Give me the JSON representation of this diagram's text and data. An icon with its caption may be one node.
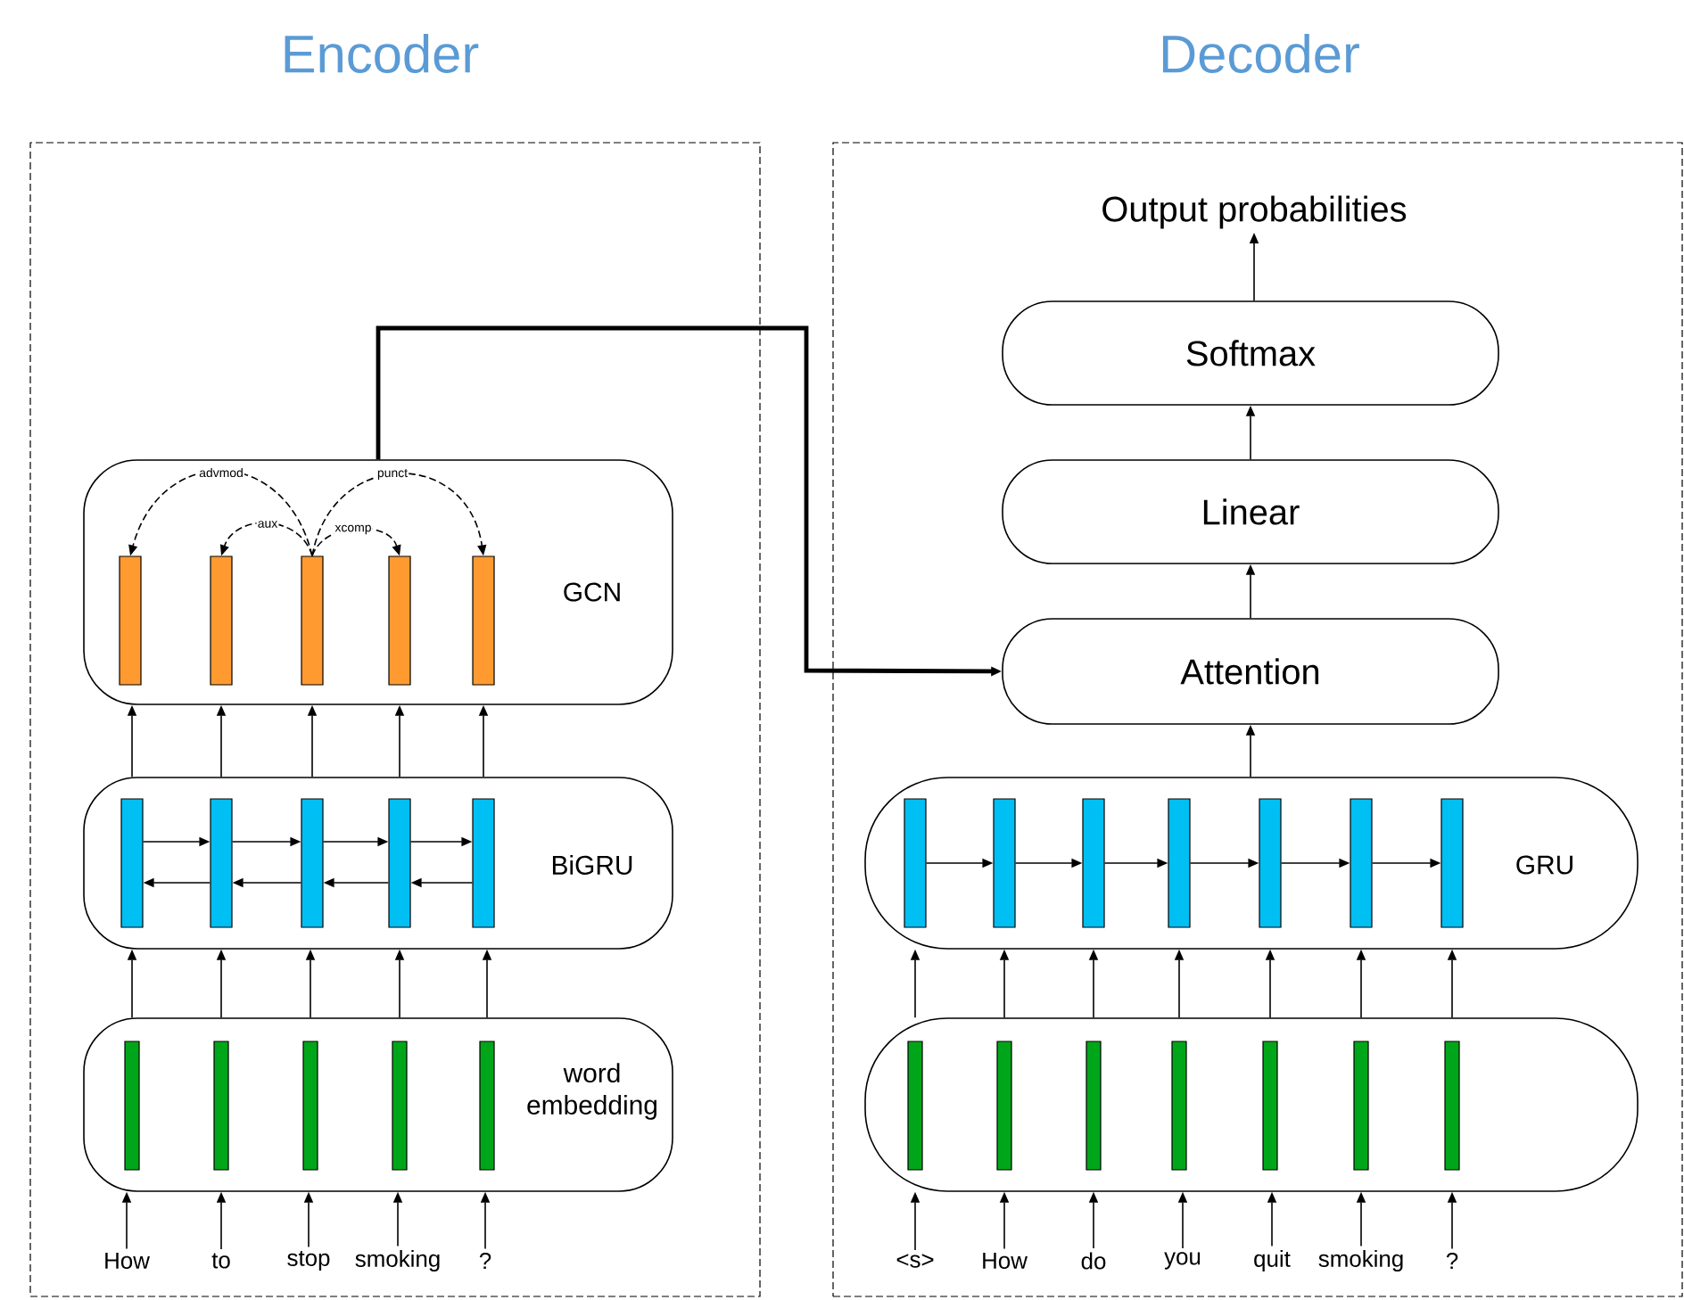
{
  "diagram": {
    "nodes": [
      {
        "text": [
          "Encoder"
        ]
      },
      {
        "text": [
          "Decoder"
        ]
      },
      {
        "text": [
          "GCN"
        ],
        "in": 0
      },
      {
        "text": [],
        "shape": "bar",
        "in": 2
      },
      {
        "text": [],
        "shape": "bar",
        "in": 2
      },
      {
        "text": [],
        "shape": "bar",
        "in": 2
      },
      {
        "text": [],
        "shape": "bar",
        "in": 2
      },
      {
        "text": [],
        "shape": "bar",
        "in": 2
      },
      {
        "text": [
          "BiGRU"
        ],
        "in": 0
      },
      {
        "text": [],
        "shape": "bar",
        "in": 8
      },
      {
        "text": [],
        "shape": "bar",
        "in": 8
      },
      {
        "text": [],
        "shape": "bar",
        "in": 8
      },
      {
        "text": [],
        "shape": "bar",
        "in": 8
      },
      {
        "text": [],
        "shape": "bar",
        "in": 8
      },
      {
        "text": [
          "word embedding"
        ],
        "in": 0
      },
      {
        "text": [],
        "shape": "bar",
        "in": 14
      },
      {
        "text": [],
        "shape": "bar",
        "in": 14
      },
      {
        "text": [],
        "shape": "bar",
        "in": 14
      },
      {
        "text": [],
        "shape": "bar",
        "in": 14
      },
      {
        "text": [],
        "shape": "bar",
        "in": 14
      },
      {
        "text": [
          "How"
        ],
        "in": 0
      },
      {
        "text": [
          "to"
        ],
        "in": 0
      },
      {
        "text": [
          "stop"
        ],
        "in": 0
      },
      {
        "text": [
          "smoking"
        ],
        "in": 0
      },
      {
        "text": [
          "?"
        ],
        "in": 0
      },
      {
        "text": [
          "Output probabilities"
        ],
        "in": 1
      },
      {
        "text": [
          "Softmax"
        ],
        "in": 1
      },
      {
        "text": [
          "Linear"
        ],
        "in": 1
      },
      {
        "text": [
          "Attention"
        ],
        "in": 1
      },
      {
        "text": [
          "GRU"
        ],
        "in": 1
      },
      {
        "text": [],
        "shape": "bar",
        "in": 29
      },
      {
        "text": [],
        "shape": "bar",
        "in": 29
      },
      {
        "text": [],
        "shape": "bar",
        "in": 29
      },
      {
        "text": [],
        "shape": "bar",
        "in": 29
      },
      {
        "text": [],
        "shape": "bar",
        "in": 29
      },
      {
        "text": [],
        "shape": "bar",
        "in": 29
      },
      {
        "text": [],
        "shape": "bar",
        "in": 29
      },
      {
        "text": [],
        "shape": "box",
        "in": 1
      },
      {
        "text": [],
        "shape": "bar",
        "in": 37
      },
      {
        "text": [],
        "shape": "bar",
        "in": 37
      },
      {
        "text": [],
        "shape": "bar",
        "in": 37
      },
      {
        "text": [],
        "shape": "bar",
        "in": 37
      },
      {
        "text": [],
        "shape": "bar",
        "in": 37
      },
      {
        "text": [],
        "shape": "bar",
        "in": 37
      },
      {
        "text": [],
        "shape": "bar",
        "in": 37
      },
      {
        "text": [
          "<s>"
        ],
        "in": 1
      },
      {
        "text": [
          "How"
        ],
        "in": 1
      },
      {
        "text": [
          "do"
        ],
        "in": 1
      },
      {
        "text": [
          "you"
        ],
        "in": 1
      },
      {
        "text": [
          "quit"
        ],
        "in": 1
      },
      {
        "text": [
          "smoking"
        ],
        "in": 1
      },
      {
        "text": [
          "?"
        ],
        "in": 1
      }
    ],
    "edges": [
      {
        "from": 20,
        "to": 14,
        "arrow": "to"
      },
      {
        "from": 21,
        "to": 14,
        "arrow": "to"
      },
      {
        "from": 22,
        "to": 14,
        "arrow": "to"
      },
      {
        "from": 23,
        "to": 14,
        "arrow": "to"
      },
      {
        "from": 24,
        "to": 14,
        "arrow": "to"
      },
      {
        "from": 14,
        "to": 8,
        "arrow": "to"
      },
      {
        "from": 14,
        "to": 8,
        "arrow": "to"
      },
      {
        "from": 14,
        "to": 8,
        "arrow": "to"
      },
      {
        "from": 14,
        "to": 8,
        "arrow": "to"
      },
      {
        "from": 14,
        "to": 8,
        "arrow": "to"
      },
      {
        "from": 8,
        "to": 2,
        "arrow": "to"
      },
      {
        "from": 8,
        "to": 2,
        "arrow": "to"
      },
      {
        "from": 8,
        "to": 2,
        "arrow": "to"
      },
      {
        "from": 8,
        "to": 2,
        "arrow": "to"
      },
      {
        "from": 8,
        "to": 2,
        "arrow": "to"
      },
      {
        "from": 9,
        "to": 10,
        "arrow": "to"
      },
      {
        "from": 10,
        "to": 11,
        "arrow": "to"
      },
      {
        "from": 11,
        "to": 12,
        "arrow": "to"
      },
      {
        "from": 12,
        "to": 13,
        "arrow": "to"
      },
      {
        "from": 10,
        "to": 9,
        "arrow": "to"
      },
      {
        "from": 11,
        "to": 10,
        "arrow": "to"
      },
      {
        "from": 12,
        "to": 11,
        "arrow": "to"
      },
      {
        "from": 13,
        "to": 12,
        "arrow": "to"
      },
      {
        "from": 5,
        "to": 3,
        "arrow": "to",
        "label": "advmod",
        "style": "dashed"
      },
      {
        "from": 5,
        "to": 4,
        "arrow": "to",
        "label": "aux",
        "style": "dashed"
      },
      {
        "from": 5,
        "to": 6,
        "arrow": "to",
        "label": "xcomp",
        "style": "dashed"
      },
      {
        "from": 5,
        "to": 7,
        "arrow": "to",
        "label": "punct",
        "style": "dashed"
      },
      {
        "from": 2,
        "to": 28,
        "arrow": "to",
        "style": "thick"
      },
      {
        "from": 45,
        "to": 37,
        "arrow": "to"
      },
      {
        "from": 46,
        "to": 37,
        "arrow": "to"
      },
      {
        "from": 47,
        "to": 37,
        "arrow": "to"
      },
      {
        "from": 48,
        "to": 37,
        "arrow": "to"
      },
      {
        "from": 49,
        "to": 37,
        "arrow": "to"
      },
      {
        "from": 50,
        "to": 37,
        "arrow": "to"
      },
      {
        "from": 51,
        "to": 37,
        "arrow": "to"
      },
      {
        "from": 37,
        "to": 29,
        "arrow": "to"
      },
      {
        "from": 37,
        "to": 29,
        "arrow": "to"
      },
      {
        "from": 37,
        "to": 29,
        "arrow": "to"
      },
      {
        "from": 37,
        "to": 29,
        "arrow": "to"
      },
      {
        "from": 37,
        "to": 29,
        "arrow": "to"
      },
      {
        "from": 37,
        "to": 29,
        "arrow": "to"
      },
      {
        "from": 37,
        "to": 29,
        "arrow": "to"
      },
      {
        "from": 30,
        "to": 31,
        "arrow": "to"
      },
      {
        "from": 31,
        "to": 32,
        "arrow": "to"
      },
      {
        "from": 32,
        "to": 33,
        "arrow": "to"
      },
      {
        "from": 33,
        "to": 34,
        "arrow": "to"
      },
      {
        "from": 34,
        "to": 35,
        "arrow": "to"
      },
      {
        "from": 35,
        "to": 36,
        "arrow": "to"
      },
      {
        "from": 29,
        "to": 28,
        "arrow": "to"
      },
      {
        "from": 28,
        "to": 27,
        "arrow": "to"
      },
      {
        "from": 27,
        "to": 26,
        "arrow": "to"
      },
      {
        "from": 26,
        "to": 25,
        "arrow": "to"
      }
    ]
  }
}
